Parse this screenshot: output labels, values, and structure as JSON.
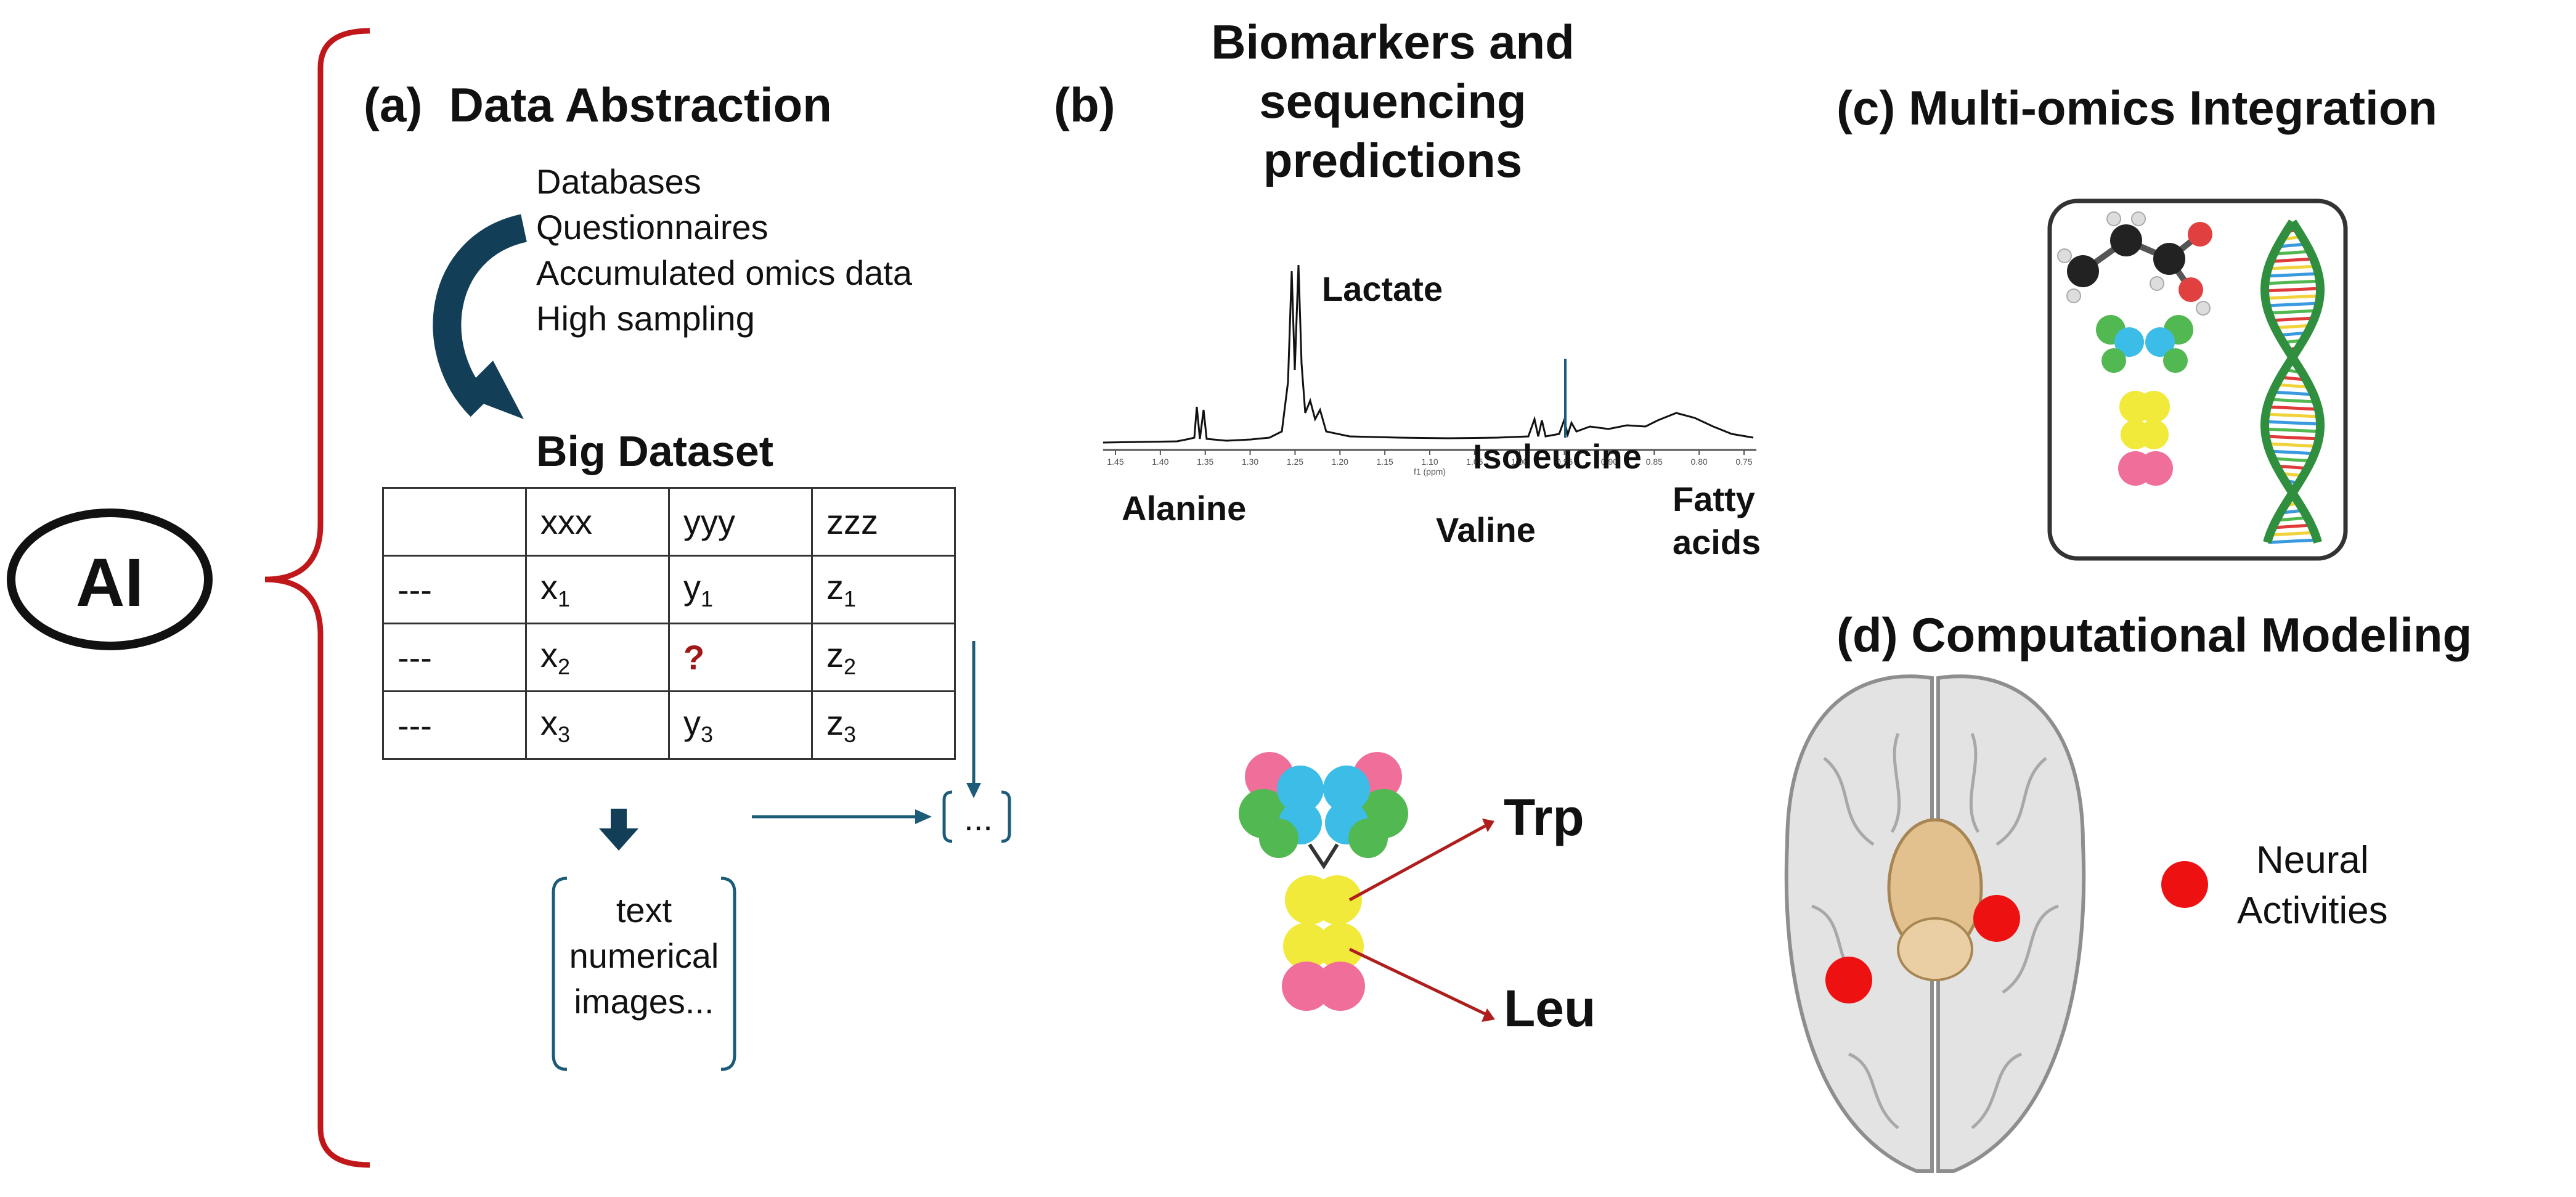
{
  "ai_label": "AI",
  "panel_a": {
    "title": "(a)  Data Abstraction",
    "sources": [
      "Databases",
      "Questionnaires",
      "Accumulated omics data",
      "High sampling"
    ],
    "dataset_title": "Big Dataset",
    "table": {
      "header": [
        "",
        "xxx",
        "yyy",
        "zzz"
      ],
      "rows": [
        [
          {
            "t": "---"
          },
          {
            "t": "x",
            "s": "1"
          },
          {
            "t": "y",
            "s": "1"
          },
          {
            "t": "z",
            "s": "1"
          }
        ],
        [
          {
            "t": "---"
          },
          {
            "t": "x",
            "s": "2"
          },
          {
            "t": "?",
            "missing": true
          },
          {
            "t": "z",
            "s": "2"
          }
        ],
        [
          {
            "t": "---"
          },
          {
            "t": "x",
            "s": "3"
          },
          {
            "t": "y",
            "s": "3"
          },
          {
            "t": "z",
            "s": "3"
          }
        ]
      ]
    },
    "output_types": [
      "text",
      "numerical",
      "images..."
    ],
    "ellipsis": "..."
  },
  "panel_b": {
    "label": "(b)",
    "title_lines": [
      "Biomarkers and",
      "sequencing",
      "predictions"
    ],
    "peaks": {
      "lactate": "Lactate",
      "alanine": "Alanine",
      "valine": "Valine",
      "isoleucine": "Isoleucine",
      "fatty": [
        "Fatty",
        "acids"
      ]
    },
    "ppm_ticks": [
      "1.45",
      "1.40",
      "1.35",
      "1.30",
      "1.25",
      "1.20",
      "1.15",
      "1.10",
      "1.05",
      "1.00",
      "0.95",
      "0.90",
      "0.85",
      "0.80",
      "0.75"
    ],
    "x_axis": "f1 (ppm)",
    "amino_acids": [
      "Trp",
      "Leu"
    ]
  },
  "panel_c": {
    "title": "(c) Multi-omics Integration"
  },
  "panel_d": {
    "title": "(d) Computational Modeling",
    "legend": [
      "Neural",
      "Activities"
    ]
  },
  "colors": {
    "bracket": "#c0171b",
    "arrow": "#1c5c78",
    "dot": "#ee1111",
    "qmark": "#a01717"
  }
}
